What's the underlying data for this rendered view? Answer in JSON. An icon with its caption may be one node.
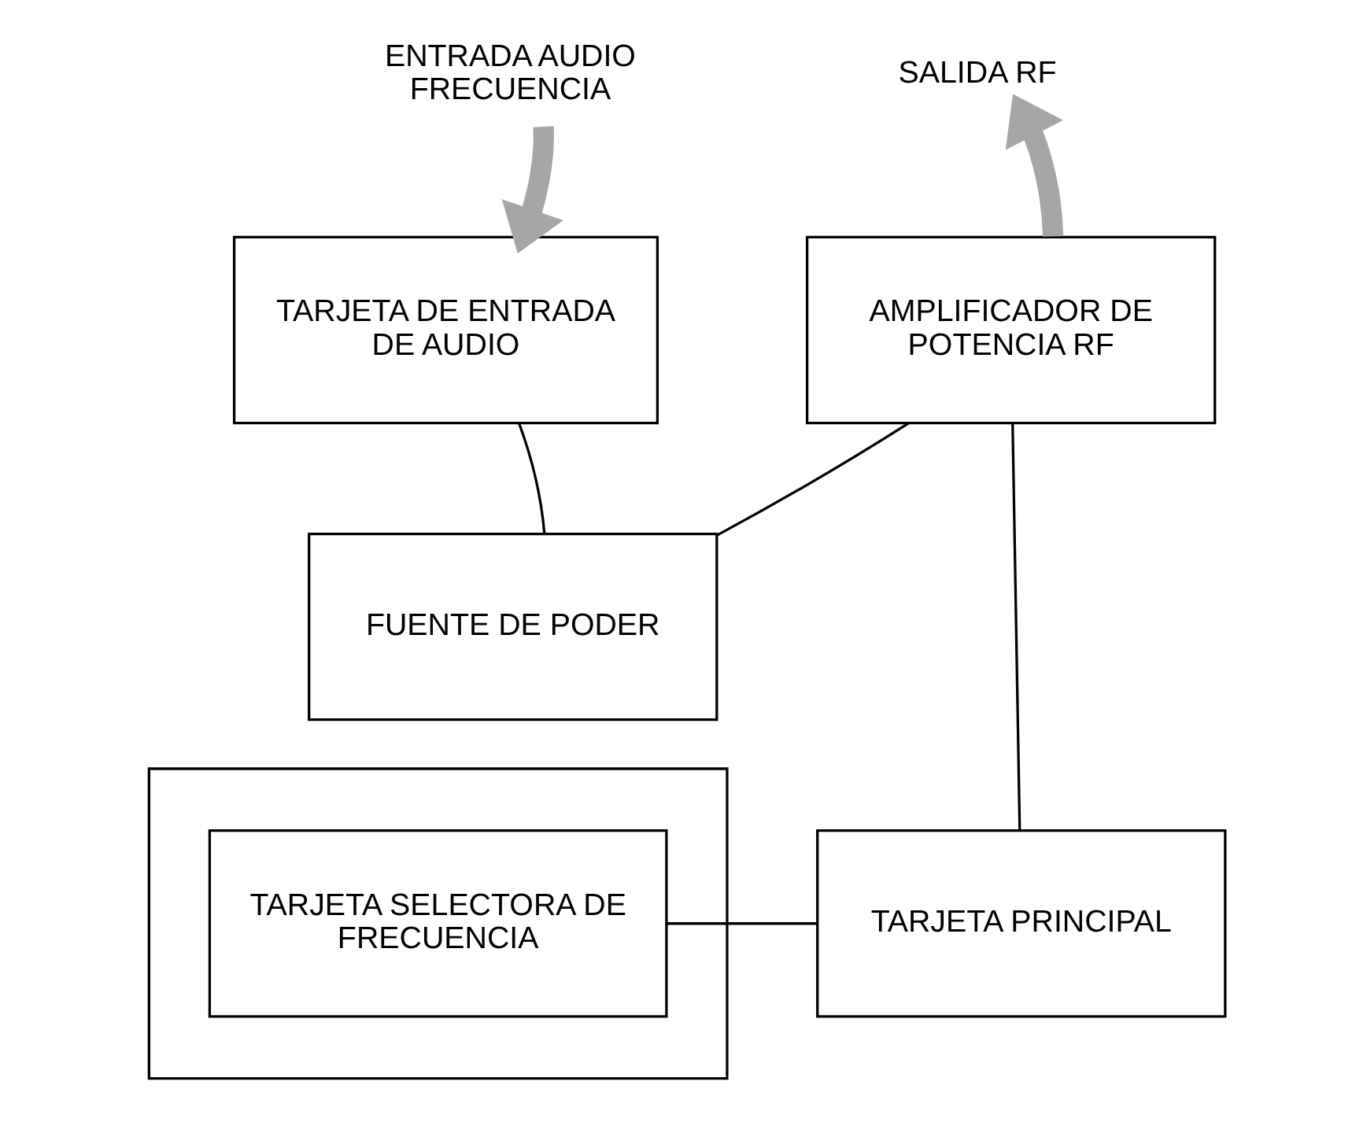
{
  "diagram": {
    "nodes": [
      {
        "text": [
          "ENTRADA AUDIO FRECUENCIA"
        ]
      },
      {
        "text": [
          "SALIDA RF"
        ]
      },
      {
        "text": [
          "TARJETA DE ENTRADA DE AUDIO"
        ]
      },
      {
        "text": [
          "AMPLIFICADOR DE POTENCIA RF"
        ]
      },
      {
        "text": [
          "FUENTE DE PODER"
        ]
      },
      {
        "text": [],
        "shape": "box"
      },
      {
        "text": [
          "TARJETA SELECTORA DE FRECUENCIA"
        ],
        "in": 5
      },
      {
        "text": [
          "TARJETA PRINCIPAL"
        ]
      }
    ],
    "edges": [
      {
        "from": 0,
        "to": 2,
        "arrow": "to",
        "style": "thick",
        "color": "#a6a6a6"
      },
      {
        "from": 3,
        "to": 1,
        "arrow": "to",
        "style": "thick",
        "color": "#a6a6a6"
      },
      {
        "from": 4,
        "to": 2,
        "arrow": "none"
      },
      {
        "from": 4,
        "to": 3,
        "arrow": "none"
      },
      {
        "from": 3,
        "to": 7,
        "arrow": "none"
      },
      {
        "from": 6,
        "to": 7,
        "arrow": "none"
      }
    ]
  }
}
